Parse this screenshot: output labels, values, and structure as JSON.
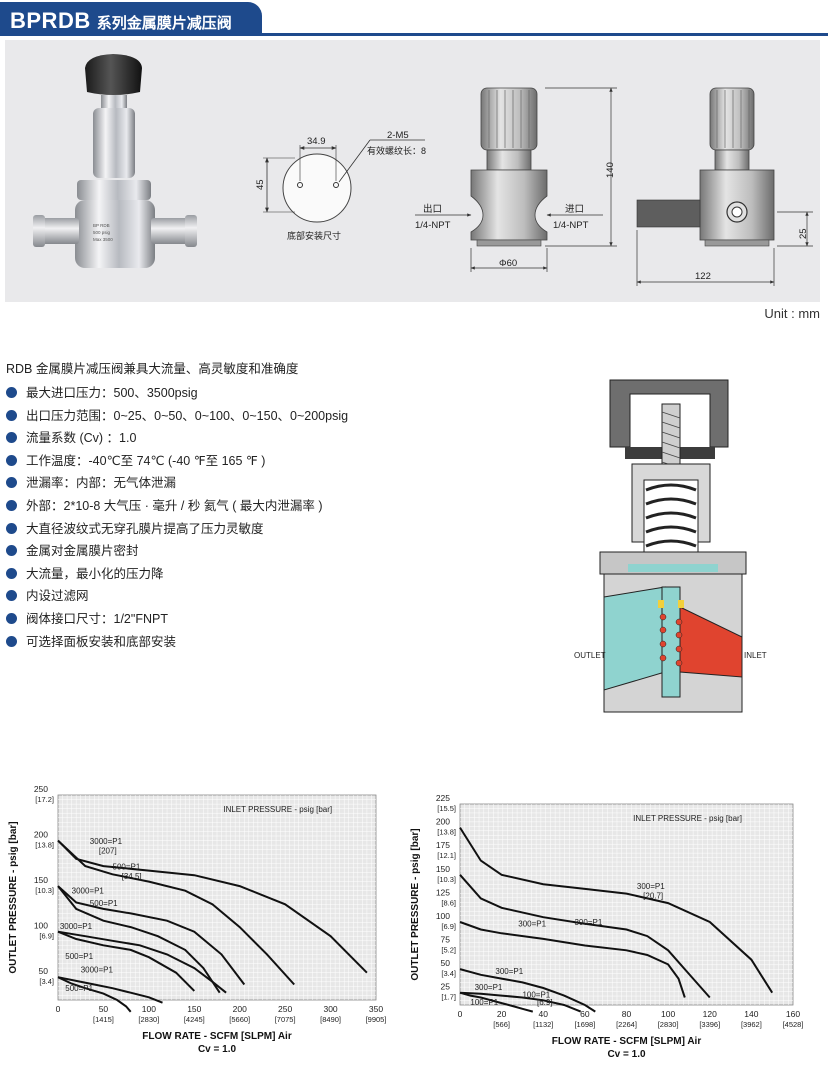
{
  "header": {
    "title": "BPRDB",
    "subtitle": "系列金属膜片减压阀"
  },
  "drawing": {
    "bottom_dim_width": "34.9",
    "bottom_dim_height": "45",
    "thread_label": "2-M5",
    "thread_length": "有效螺纹长：8",
    "bottom_caption": "底部安装尺寸",
    "height_140": "140",
    "outlet_label": "出口",
    "outlet_port": "1/4-NPT",
    "inlet_label": "进口",
    "inlet_port": "1/4-NPT",
    "diameter": "Φ60",
    "side_height": "25",
    "side_width": "122",
    "body_marking": [
      "BP RDB",
      "500 psig",
      "Max 3500"
    ]
  },
  "unit_label": "Unit : mm",
  "features": {
    "headline": "RDB 金属膜片减压阀兼具大流量、高灵敏度和准确度",
    "items": [
      "最大进口压力：500、3500psig",
      "出口压力范围：0~25、0~50、0~100、0~150、0~200psig",
      "流量系数 (Cv) ：1.0",
      "工作温度：-40℃至 74℃ (-40 ℉至 165 ℉ )",
      "泄漏率：内部：无气体泄漏",
      "外部：2*10-8 大气压 · 毫升 / 秒 氦气 ( 最大内泄漏率 )",
      "大直径波纹式无穿孔膜片提高了压力灵敏度",
      "金属对金属膜片密封",
      "大流量，最小化的压力降",
      "内设过滤网",
      "阀体接口尺寸：1/2\"FNPT",
      "可选择面板安装和底部安装"
    ]
  },
  "cross_section": {
    "outlet": "OUTLET",
    "inlet": "INLET"
  },
  "colors": {
    "brand": "#1e4a8c",
    "outlet_fill": "#8fd3cf",
    "inlet_fill": "#e0442f",
    "panel": "#e9e9eb"
  },
  "chart_data": [
    {
      "type": "line",
      "title": "",
      "annotation": "INLET PRESSURE - psig [bar]",
      "xlabel": "FLOW RATE - SCFM [SLPM] Air",
      "caption": "Cv = 1.0",
      "ylabel": "OUTLET PRESSURE - psig [bar]",
      "xlim": [
        0,
        350
      ],
      "ylim": [
        25,
        250
      ],
      "x_ticks": [
        {
          "value": 0,
          "label": "0",
          "sub": ""
        },
        {
          "value": 50,
          "label": "50",
          "sub": "[1415]"
        },
        {
          "value": 100,
          "label": "100",
          "sub": "[2830]"
        },
        {
          "value": 150,
          "label": "150",
          "sub": "[4245]"
        },
        {
          "value": 200,
          "label": "200",
          "sub": "[5660]"
        },
        {
          "value": 250,
          "label": "250",
          "sub": "[7075]"
        },
        {
          "value": 300,
          "label": "300",
          "sub": "[8490]"
        },
        {
          "value": 350,
          "label": "350",
          "sub": "[9905]"
        }
      ],
      "y_ticks": [
        {
          "value": 250,
          "label": "250",
          "sub": "[17.2]"
        },
        {
          "value": 200,
          "label": "200",
          "sub": "[13.8]"
        },
        {
          "value": 150,
          "label": "150",
          "sub": "[10.3]"
        },
        {
          "value": 100,
          "label": "100",
          "sub": "[6.9]"
        },
        {
          "value": 50,
          "label": "50",
          "sub": "[3.4]"
        }
      ],
      "labels": [
        {
          "text": "3000=P1",
          "x": 35,
          "y": 196
        },
        {
          "text": "[207]",
          "x": 45,
          "y": 186
        },
        {
          "text": "500=P1",
          "x": 60,
          "y": 168
        },
        {
          "text": "[34.5]",
          "x": 70,
          "y": 158
        },
        {
          "text": "3000=P1",
          "x": 15,
          "y": 142
        },
        {
          "text": "500=P1",
          "x": 35,
          "y": 128
        },
        {
          "text": "3000=P1",
          "x": 2,
          "y": 103
        },
        {
          "text": "500=P1",
          "x": 8,
          "y": 70
        },
        {
          "text": "3000=P1",
          "x": 25,
          "y": 55
        },
        {
          "text": "500=P1",
          "x": 8,
          "y": 35
        }
      ],
      "series": [
        {
          "x": [
            0,
            20,
            50,
            100,
            150,
            200,
            250,
            300,
            340
          ],
          "y": [
            200,
            180,
            172,
            167,
            162,
            150,
            130,
            95,
            55
          ]
        },
        {
          "x": [
            0,
            30,
            60,
            100,
            140,
            170,
            200,
            230,
            260
          ],
          "y": [
            200,
            172,
            163,
            155,
            145,
            130,
            105,
            75,
            42
          ]
        },
        {
          "x": [
            0,
            20,
            50,
            80,
            120,
            150,
            180,
            205
          ],
          "y": [
            150,
            132,
            125,
            120,
            112,
            100,
            75,
            42
          ]
        },
        {
          "x": [
            0,
            20,
            50,
            80,
            110,
            140,
            160,
            178
          ],
          "y": [
            150,
            125,
            112,
            105,
            95,
            80,
            60,
            33
          ]
        },
        {
          "x": [
            0,
            30,
            60,
            90,
            120,
            150,
            170,
            185
          ],
          "y": [
            100,
            95,
            90,
            85,
            75,
            60,
            45,
            33
          ]
        },
        {
          "x": [
            0,
            20,
            50,
            80,
            100,
            130,
            150
          ],
          "y": [
            100,
            92,
            85,
            80,
            72,
            55,
            35
          ]
        },
        {
          "x": [
            0,
            20,
            40,
            60,
            80,
            100,
            115
          ],
          "y": [
            50,
            46,
            42,
            38,
            33,
            28,
            22
          ]
        },
        {
          "x": [
            0,
            15,
            30,
            50,
            65,
            75,
            80
          ],
          "y": [
            50,
            43,
            38,
            32,
            25,
            18,
            12
          ]
        }
      ]
    },
    {
      "type": "line",
      "title": "",
      "annotation": "INLET PRESSURE - psig [bar]",
      "xlabel": "FLOW RATE - SCFM [SLPM] Air",
      "caption": "Cv = 1.0",
      "ylabel": "OUTLET PRESSURE - psig [bar]",
      "xlim": [
        0,
        160
      ],
      "ylim": [
        12,
        225
      ],
      "x_ticks": [
        {
          "value": 0,
          "label": "0",
          "sub": ""
        },
        {
          "value": 20,
          "label": "20",
          "sub": "[566]"
        },
        {
          "value": 40,
          "label": "40",
          "sub": "[1132]"
        },
        {
          "value": 60,
          "label": "60",
          "sub": "[1698]"
        },
        {
          "value": 80,
          "label": "80",
          "sub": "[2264]"
        },
        {
          "value": 100,
          "label": "100",
          "sub": "[2830]"
        },
        {
          "value": 120,
          "label": "120",
          "sub": "[3396]"
        },
        {
          "value": 140,
          "label": "140",
          "sub": "[3962]"
        },
        {
          "value": 160,
          "label": "160",
          "sub": "[4528]"
        }
      ],
      "y_ticks": [
        {
          "value": 225,
          "label": "225",
          "sub": "[15.5]"
        },
        {
          "value": 200,
          "label": "200",
          "sub": "[13.8]"
        },
        {
          "value": 175,
          "label": "175",
          "sub": "[12.1]"
        },
        {
          "value": 150,
          "label": "150",
          "sub": "[10.3]"
        },
        {
          "value": 125,
          "label": "125",
          "sub": "[8.6]"
        },
        {
          "value": 100,
          "label": "100",
          "sub": "[6.9]"
        },
        {
          "value": 75,
          "label": "75",
          "sub": "[5.2]"
        },
        {
          "value": 50,
          "label": "50",
          "sub": "[3.4]"
        },
        {
          "value": 25,
          "label": "25",
          "sub": "[1.7]"
        }
      ],
      "labels": [
        {
          "text": "300=P1",
          "x": 85,
          "y": 135
        },
        {
          "text": "[20.7]",
          "x": 88,
          "y": 125
        },
        {
          "text": "300=P1",
          "x": 28,
          "y": 95
        },
        {
          "text": "300=P1",
          "x": 55,
          "y": 97
        },
        {
          "text": "300=P1",
          "x": 17,
          "y": 45
        },
        {
          "text": "300=P1",
          "x": 7,
          "y": 28
        },
        {
          "text": "100=P1",
          "x": 30,
          "y": 20
        },
        {
          "text": "[6.9]",
          "x": 37,
          "y": 12
        },
        {
          "text": "100=P1",
          "x": 5,
          "y": 12
        }
      ],
      "series": [
        {
          "x": [
            0,
            10,
            20,
            40,
            60,
            80,
            100,
            120,
            140,
            150
          ],
          "y": [
            200,
            165,
            150,
            140,
            135,
            130,
            120,
            100,
            60,
            25
          ]
        },
        {
          "x": [
            0,
            10,
            20,
            40,
            60,
            80,
            90,
            100,
            110,
            120
          ],
          "y": [
            150,
            125,
            115,
            105,
            98,
            92,
            85,
            70,
            45,
            20
          ]
        },
        {
          "x": [
            0,
            10,
            20,
            40,
            60,
            80,
            90,
            100,
            105,
            108
          ],
          "y": [
            100,
            92,
            88,
            82,
            75,
            70,
            65,
            55,
            40,
            20
          ]
        },
        {
          "x": [
            0,
            10,
            20,
            30,
            40,
            50,
            60,
            65
          ],
          "y": [
            50,
            44,
            40,
            36,
            30,
            22,
            12,
            5
          ]
        },
        {
          "x": [
            0,
            10,
            20,
            30,
            40,
            50,
            58
          ],
          "y": [
            25,
            24,
            22,
            20,
            17,
            12,
            5
          ]
        },
        {
          "x": [
            0,
            5,
            10,
            15,
            20,
            25,
            30,
            35
          ],
          "y": [
            25,
            22,
            20,
            17,
            14,
            11,
            8,
            5
          ]
        }
      ]
    }
  ]
}
